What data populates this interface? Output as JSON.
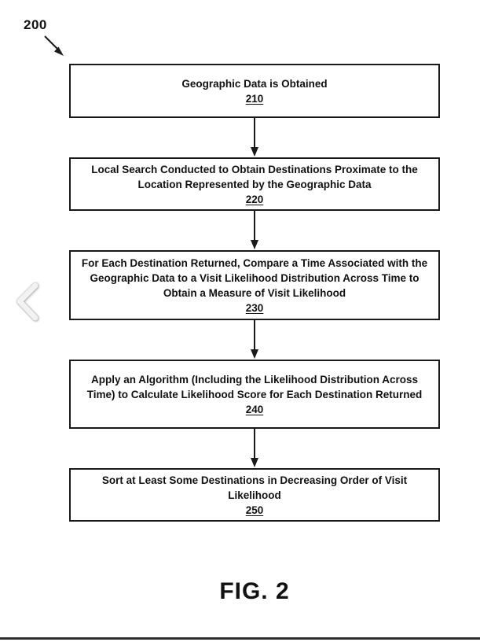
{
  "figure": {
    "reference_label": "200",
    "caption": "FIG. 2",
    "steps": [
      {
        "text": "Geographic Data is Obtained",
        "number": "210"
      },
      {
        "text": "Local Search Conducted to Obtain Destinations Proximate to the Location Represented by the Geographic Data",
        "number": "220"
      },
      {
        "text": "For Each Destination Returned, Compare a Time Associated with the Geographic Data to a Visit Likelihood Distribution Across Time to Obtain a Measure of Visit Likelihood",
        "number": "230"
      },
      {
        "text": "Apply an Algorithm (Including the Likelihood Distribution Across Time) to Calculate Likelihood Score for Each Destination Returned",
        "number": "240"
      },
      {
        "text": "Sort at Least Some Destinations in Decreasing Order of Visit Likelihood",
        "number": "250"
      }
    ]
  },
  "nav": {
    "prev_icon": "chevron-left"
  },
  "colors": {
    "box_border": "#1a1a1a",
    "text": "#111111",
    "arrow": "#1a1a1a",
    "page_divider": "#2e2e2e",
    "chevron": "#f2f2f2"
  }
}
